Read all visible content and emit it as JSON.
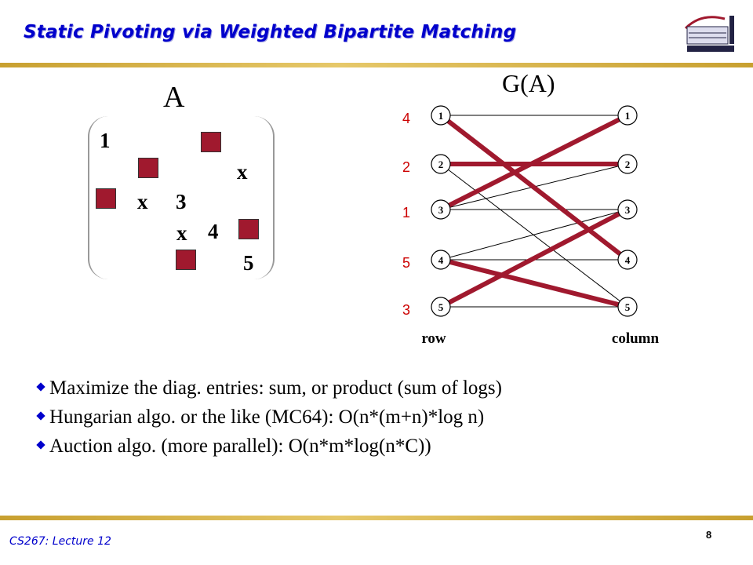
{
  "slide": {
    "title": "Static Pivoting via Weighted Bipartite Matching",
    "footer": "CS267: Lecture 12",
    "page_number": "8"
  },
  "matrix": {
    "label": "A",
    "entries": [
      "1",
      "x",
      "x",
      "3",
      "x",
      "4",
      "5"
    ]
  },
  "graph": {
    "label": "G(A)",
    "row_nodes": [
      "1",
      "2",
      "3",
      "4",
      "5"
    ],
    "col_nodes": [
      "1",
      "2",
      "3",
      "4",
      "5"
    ],
    "weights": [
      "4",
      "2",
      "1",
      "5",
      "3"
    ],
    "row_caption": "row",
    "col_caption": "column",
    "edge_color_thin": "#000000",
    "edge_color_match": "#a0192e",
    "weight_color": "#cc0000"
  },
  "bullets": [
    "Maximize the diag. entries: sum,  or product (sum of logs)",
    "Hungarian algo. or the like (MC64): O(n*(m+n)*log  n)",
    "Auction algo. (more parallel): O(n*m*log(n*C))"
  ]
}
